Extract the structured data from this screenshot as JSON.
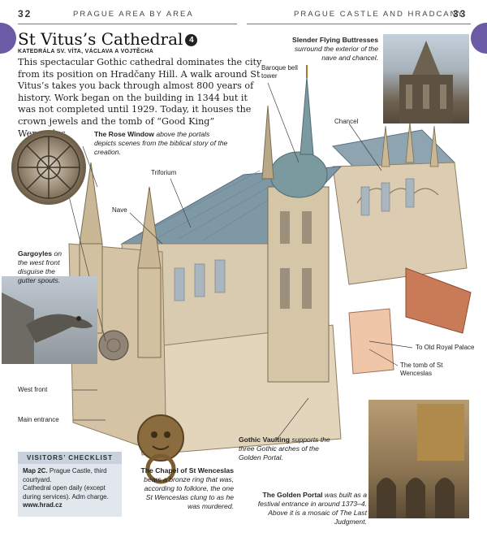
{
  "header": {
    "left_page": "32",
    "left_section": "PRAGUE AREA BY AREA",
    "right_section": "PRAGUE CASTLE AND HRADCANY",
    "right_page": "33"
  },
  "title": "St Vitus’s Cathedral",
  "title_number": "4",
  "subtitle": "KATEDRÁLA SV. VÍTA, VÁCLAVA A VOJTĚCHA",
  "intro": "This spectacular Gothic cathedral dominates the city from its position on Hradčany Hill. A walk around St Vitus’s takes you back through almost 800 years of history. Work began on the building in 1344 but it was not completed until 1929. Today, it houses the crown jewels and the tomb of “Good King” Wenceslas.",
  "captions": {
    "buttresses": {
      "title": "Slender Flying Buttresses",
      "text": "surround the exterior of the nave and chancel."
    },
    "rose_window": {
      "title": "The Rose Window",
      "text": "above the portals depicts scenes from the biblical story of the creation."
    },
    "gargoyles": {
      "title": "Gargoyles",
      "text": "on the west front disguise the gutter spouts."
    },
    "gothic_vaulting": {
      "title": "Gothic Vaulting",
      "text": "supports the three Gothic arches of the Golden Portal."
    },
    "chapel": {
      "title": "The Chapel of St Wenceslas",
      "text": "bears a bronze ring that was, according to folklore, the one St Wenceslas clung to as he was murdered."
    },
    "golden_portal": {
      "title": "The Golden Portal",
      "text": "was built as a festival entrance in around 1373–4. Above it is a mosaic of The Last Judgment."
    }
  },
  "labels": {
    "bell_tower": "Baroque bell tower",
    "chancel": "Chancel",
    "triforium": "Triforium",
    "nave": "Nave",
    "old_royal_palace": "To Old Royal Palace",
    "tomb": "The tomb of St Wenceslas",
    "west_front": "West front",
    "main_entrance": "Main entrance"
  },
  "checklist": {
    "heading": "VISITORS’ CHECKLIST",
    "map": "Map 2C.",
    "address": "Prague Castle, third courtyard.",
    "hours": "Cathedral open daily (except during services). Adm charge.",
    "web": "www.hrad.cz"
  },
  "colors": {
    "tab": "#6b5aa6",
    "stone": "#d9cbb0",
    "roof": "#7f98a6",
    "checklist_bg": "#e2e7ee"
  }
}
